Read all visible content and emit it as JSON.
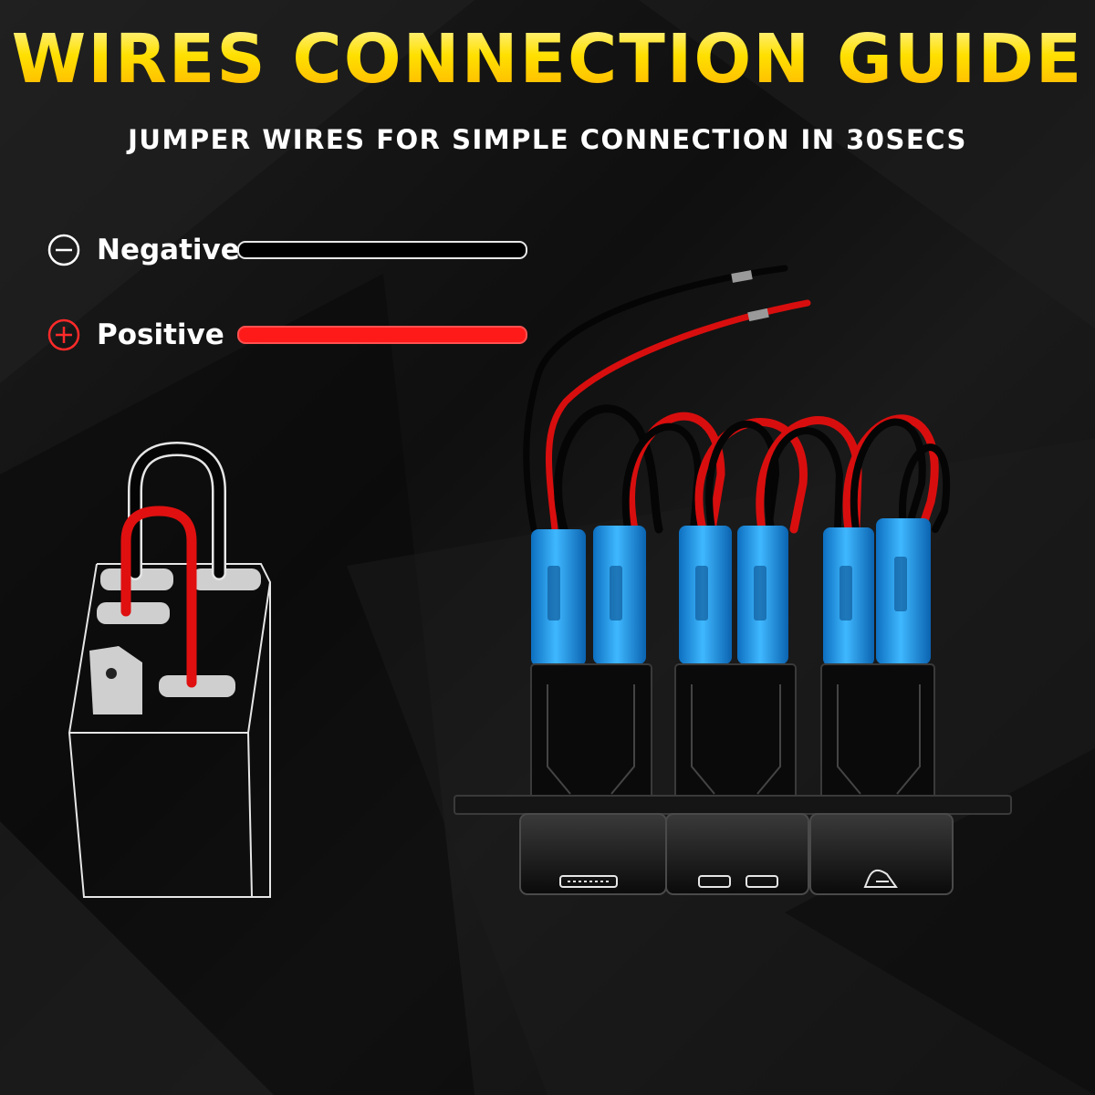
{
  "header": {
    "title": "WIRES CONNECTION GUIDE",
    "subtitle": "JUMPER WIRES FOR SIMPLE CONNECTION IN 30SECS"
  },
  "legend": {
    "negative": {
      "label": "Negative",
      "icon": "minus-circle-icon",
      "color": "#000000"
    },
    "positive": {
      "label": "Positive",
      "icon": "plus-circle-icon",
      "color": "#ff1a1a"
    }
  },
  "colors": {
    "title_gold": "#ffd400",
    "wire_red": "#e01010",
    "wire_black": "#050505",
    "terminal_blue": "#1fa0f0",
    "background": "#141414"
  }
}
